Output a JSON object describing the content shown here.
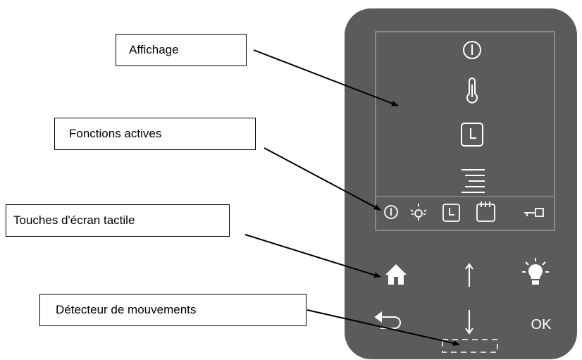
{
  "callouts": {
    "affichage": "Affichage",
    "fonctions_actives": "Fonctions actives",
    "touches": "Touches d'écran tactile",
    "detecteur": "Détecteur de mouvements"
  },
  "device": {
    "body_color": "#5b5b5b",
    "screen_border_color": "#8a8a8a",
    "icon_color": "#ffffff",
    "screen_icons": [
      "power-icon",
      "thermometer-icon",
      "clock-icon",
      "menu-lines-icon"
    ],
    "status_icons": [
      "power-icon",
      "light-icon",
      "clock-icon",
      "calendar-icon",
      "key-icon"
    ],
    "buttons": {
      "home": "home-icon",
      "up": "arrow-up-icon",
      "light": "lightbulb-icon",
      "back": "back-icon",
      "down": "arrow-down-icon",
      "ok": "OK"
    }
  }
}
